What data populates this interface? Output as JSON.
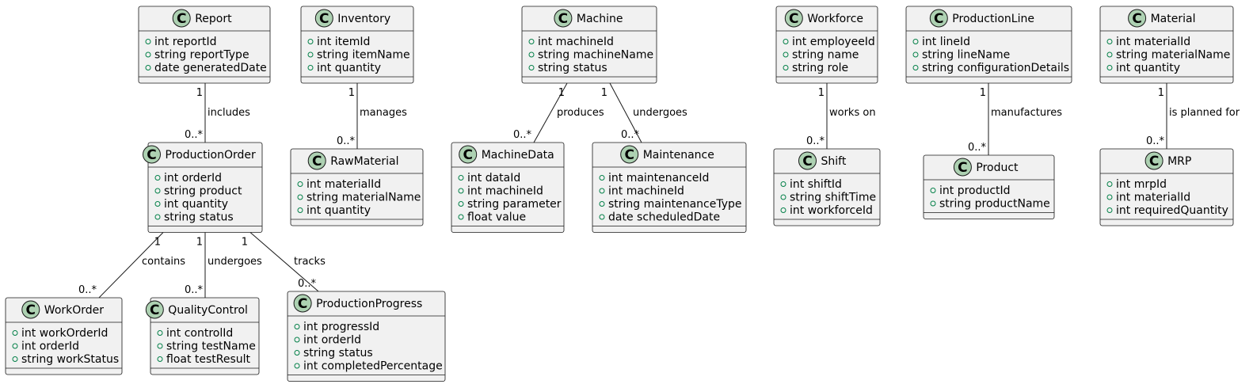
{
  "classes": [
    {
      "id": "Report",
      "name": "Report",
      "glyph": "C",
      "attributes": [
        "int reportId",
        "string reportType",
        "date generatedDate"
      ]
    },
    {
      "id": "Inventory",
      "name": "Inventory",
      "glyph": "C",
      "attributes": [
        "int itemId",
        "string itemName",
        "int quantity"
      ]
    },
    {
      "id": "Machine",
      "name": "Machine",
      "glyph": "C",
      "attributes": [
        "int machineId",
        "string machineName",
        "string status"
      ]
    },
    {
      "id": "Workforce",
      "name": "Workforce",
      "glyph": "C",
      "attributes": [
        "int employeeId",
        "string name",
        "string role"
      ]
    },
    {
      "id": "ProductionLine",
      "name": "ProductionLine",
      "glyph": "C",
      "attributes": [
        "int lineId",
        "string lineName",
        "string configurationDetails"
      ]
    },
    {
      "id": "Material",
      "name": "Material",
      "glyph": "C",
      "attributes": [
        "int materialId",
        "string materialName",
        "int quantity"
      ]
    },
    {
      "id": "ProductionOrder",
      "name": "ProductionOrder",
      "glyph": "C",
      "attributes": [
        "int orderId",
        "string product",
        "int quantity",
        "string status"
      ]
    },
    {
      "id": "RawMaterial",
      "name": "RawMaterial",
      "glyph": "C",
      "attributes": [
        "int materialId",
        "string materialName",
        "int quantity"
      ]
    },
    {
      "id": "MachineData",
      "name": "MachineData",
      "glyph": "C",
      "attributes": [
        "int dataId",
        "int machineId",
        "string parameter",
        "float value"
      ]
    },
    {
      "id": "Maintenance",
      "name": "Maintenance",
      "glyph": "C",
      "attributes": [
        "int maintenanceId",
        "int machineId",
        "string maintenanceType",
        "date scheduledDate"
      ]
    },
    {
      "id": "Shift",
      "name": "Shift",
      "glyph": "C",
      "attributes": [
        "int shiftId",
        "string shiftTime",
        "int workforceId"
      ]
    },
    {
      "id": "Product",
      "name": "Product",
      "glyph": "C",
      "attributes": [
        "int productId",
        "string productName"
      ]
    },
    {
      "id": "MRP",
      "name": "MRP",
      "glyph": "C",
      "attributes": [
        "int mrpId",
        "int materialId",
        "int requiredQuantity"
      ]
    },
    {
      "id": "WorkOrder",
      "name": "WorkOrder",
      "glyph": "C",
      "attributes": [
        "int workOrderId",
        "int orderId",
        "string workStatus"
      ]
    },
    {
      "id": "QualityControl",
      "name": "QualityControl",
      "glyph": "C",
      "attributes": [
        "int controlId",
        "string testName",
        "float testResult"
      ]
    },
    {
      "id": "ProductionProgress",
      "name": "ProductionProgress",
      "glyph": "C",
      "attributes": [
        "int progressId",
        "int orderId",
        "string status",
        "int completedPercentage"
      ]
    }
  ],
  "relations": [
    {
      "from": "Report",
      "to": "ProductionOrder",
      "label": "includes",
      "from_mult": "1",
      "to_mult": "0..*"
    },
    {
      "from": "Inventory",
      "to": "RawMaterial",
      "label": "manages",
      "from_mult": "1",
      "to_mult": "0..*"
    },
    {
      "from": "Machine",
      "to": "MachineData",
      "label": "produces",
      "from_mult": "1",
      "to_mult": "0..*"
    },
    {
      "from": "Machine",
      "to": "Maintenance",
      "label": "undergoes",
      "from_mult": "1",
      "to_mult": "0..*"
    },
    {
      "from": "Workforce",
      "to": "Shift",
      "label": "works on",
      "from_mult": "1",
      "to_mult": "0..*"
    },
    {
      "from": "ProductionLine",
      "to": "Product",
      "label": "manufactures",
      "from_mult": "1",
      "to_mult": "0..*"
    },
    {
      "from": "Material",
      "to": "MRP",
      "label": "is planned for",
      "from_mult": "1",
      "to_mult": "0..*"
    },
    {
      "from": "ProductionOrder",
      "to": "WorkOrder",
      "label": "contains",
      "from_mult": "1",
      "to_mult": "0..*"
    },
    {
      "from": "ProductionOrder",
      "to": "QualityControl",
      "label": "undergoes",
      "from_mult": "1",
      "to_mult": "0..*"
    },
    {
      "from": "ProductionOrder",
      "to": "ProductionProgress",
      "label": "tracks",
      "from_mult": "1",
      "to_mult": "0..*"
    }
  ],
  "colors": {
    "box_fill": "#f1f1f1",
    "box_stroke": "#181818",
    "class_circle": "#add1b2",
    "public_marker": "#038048"
  }
}
